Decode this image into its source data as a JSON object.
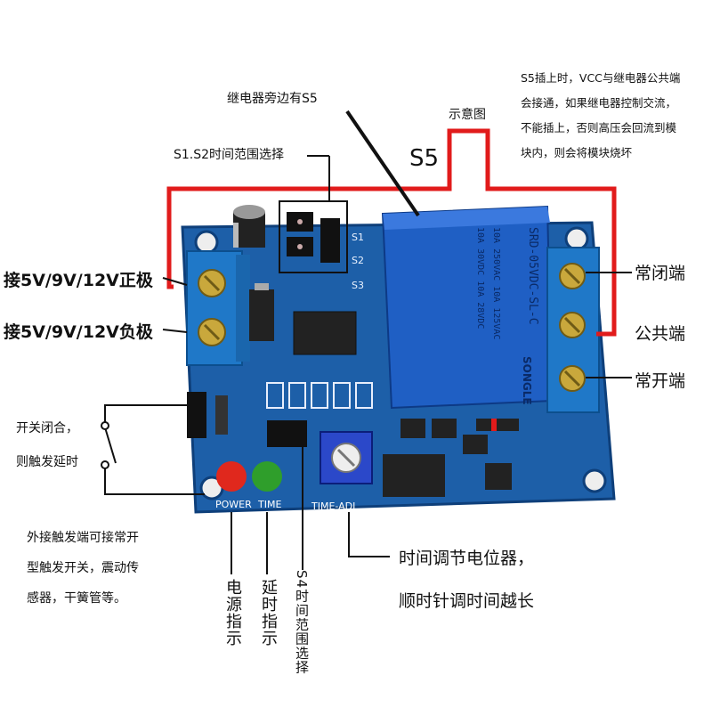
{
  "labels": {
    "relay_side": "继电器旁边有S5",
    "schematic": "示意图",
    "s5": "S5",
    "s1s2": "S1.S2时间范围选择",
    "pos": "接5V/9V/12V正极",
    "neg": "接5V/9V/12V负极",
    "switch_1": "开关闭合，",
    "switch_2": "则触发延时",
    "ext_1": "外接触发端可接常开",
    "ext_2": "型触发开关，震动传",
    "ext_3": "感器，干簧管等。",
    "power_ind": "电源指示",
    "delay_ind": "延时指示",
    "s4": "S4时间范围选择",
    "pot_1": "时间调节电位器，",
    "pot_2": "顺时针调时间越长",
    "nc": "常闭端",
    "com": "公共端",
    "no": "常开端",
    "note_1": "S5插上时，VCC与继电器公共端",
    "note_2": "会接通，如果继电器控制交流，",
    "note_3": "不能插上，否则高压会回流到模",
    "note_4": "块内，则会将模块烧坏"
  },
  "board": {
    "relay_text": [
      "SRD-05VDC-SL-C",
      "10A 250VAC  10A 125VAC",
      "10A 30VDC  10A 28VDC"
    ],
    "relay_brand": "SONGLE",
    "silk_power": "POWER",
    "silk_time": "TIME",
    "silk_timeadj": "TIME-ADJ",
    "silk_s1": "S1",
    "silk_s2": "S2",
    "silk_s3": "S3"
  },
  "colors": {
    "board": "#1d5fa8",
    "red_line": "#e11b1b",
    "relay": "#1f5fc4",
    "terminal": "#1f78c8"
  }
}
